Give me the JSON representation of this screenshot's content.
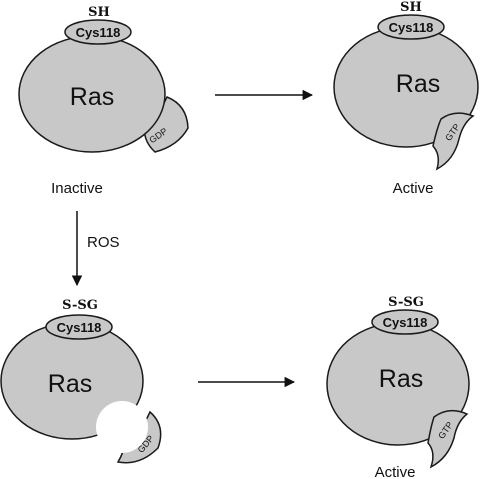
{
  "panels": {
    "top_left": {
      "protein": "Ras",
      "residue": "Cys118",
      "modification": "SH",
      "nucleotide": "GDP",
      "state": "Inactive"
    },
    "top_right": {
      "protein": "Ras",
      "residue": "Cys118",
      "modification": "SH",
      "nucleotide": "GTP",
      "state": "Active"
    },
    "bottom_left": {
      "protein": "Ras",
      "residue": "Cys118",
      "modification": "S-SG",
      "nucleotide": "GDP",
      "state": ""
    },
    "bottom_right": {
      "protein": "Ras",
      "residue": "Cys118",
      "modification": "S-SG",
      "nucleotide": "GTP",
      "state": "Active"
    }
  },
  "arrows": {
    "down_label": "ROS"
  }
}
